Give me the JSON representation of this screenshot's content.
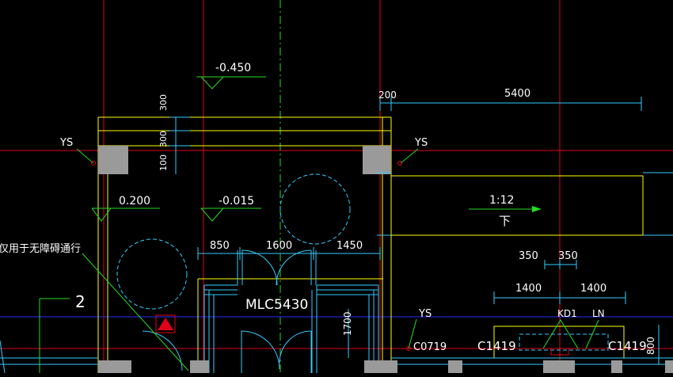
{
  "elevations": {
    "top": "-0.450",
    "left": "0.200",
    "mid": "-0.015"
  },
  "dimensions": {
    "top_right_small": "200",
    "top_right_large": "5400",
    "vertical_300_a": "300",
    "vertical_300_b": "300",
    "vertical_100": "100",
    "door_left": "850",
    "door_mid": "1600",
    "door_right": "1450",
    "right_350_a": "350",
    "right_350_b": "350",
    "right_1400_a": "1400",
    "right_1400_b": "1400",
    "vertical_1700": "1700",
    "vertical_800": "800"
  },
  "labels": {
    "ys_left": "YS",
    "ys_right": "YS",
    "ys_bottom": "YS",
    "ramp": "1:12",
    "down": "下",
    "note": "仅用于无障碍通行",
    "door_code": "MLC5430",
    "number_two": "2",
    "window_a": "C0719",
    "window_b": "C1419",
    "window_c": "C1419",
    "kd1": "KD1",
    "ln": "LN"
  },
  "colors": {
    "background": "#000000",
    "wall": "#ffff00",
    "cyan": "#33ccff",
    "axis_red": "#e0001c",
    "axis_green": "#22dd22",
    "blue_line": "#2b2bff",
    "column": "#9a9a9a",
    "white": "#ffffff"
  }
}
